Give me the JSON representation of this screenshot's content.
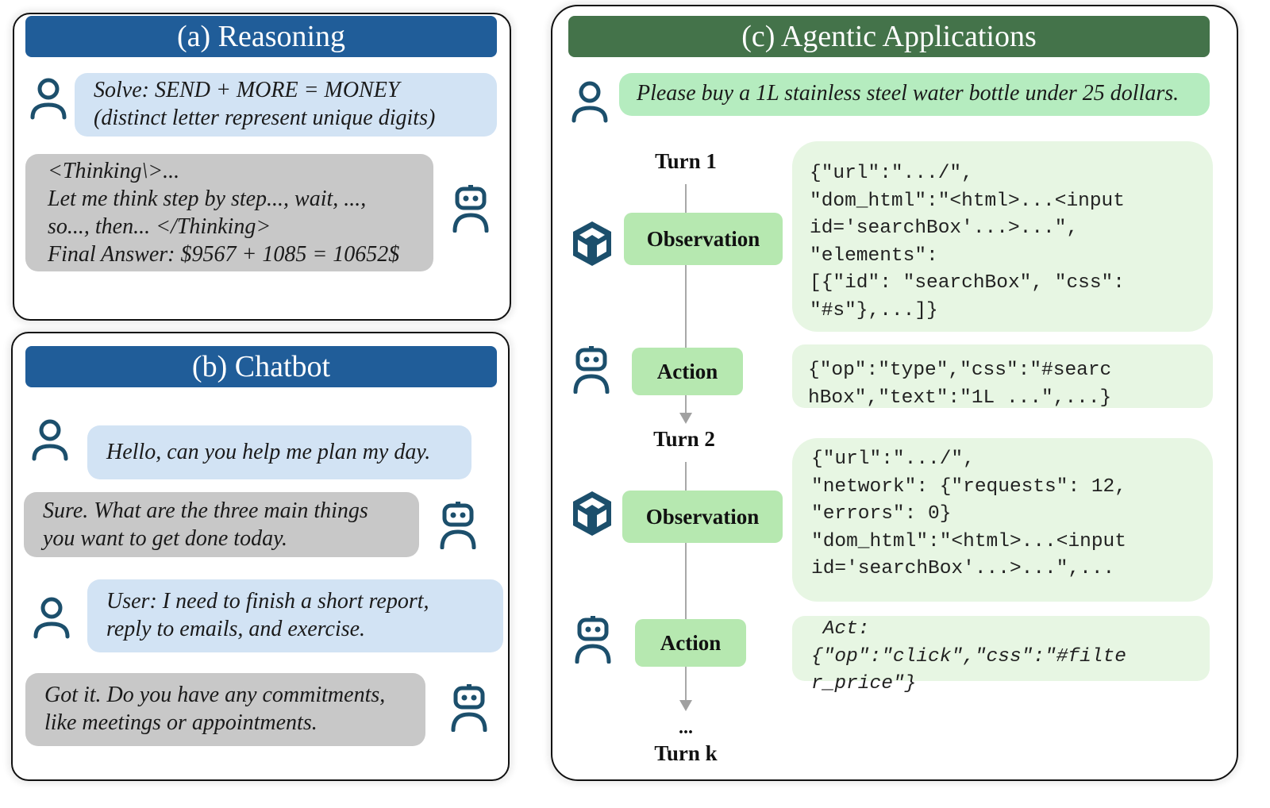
{
  "panels": {
    "reasoning": {
      "title": "(a) Reasoning",
      "header_color": "#205d99",
      "messages": [
        {
          "role": "user",
          "text": "Solve: SEND + MORE = MONEY\n(distinct letter represent unique digits)"
        },
        {
          "role": "assistant",
          "text": "<Thinking\\>...\nLet me think step by step..., wait, ...,\n so..., then... </Thinking>\nFinal Answer: $9567 + 1085 = 10652$"
        }
      ]
    },
    "chatbot": {
      "title": "(b) Chatbot",
      "header_color": "#205d99",
      "messages": [
        {
          "role": "user",
          "text": "Hello, can you help me plan my day."
        },
        {
          "role": "assistant",
          "text": "Sure. What are the three main things\nyou want to get done today."
        },
        {
          "role": "user",
          "text": "User: I need to finish a short report,\nreply to emails, and exercise."
        },
        {
          "role": "assistant",
          "text": "Got it. Do you have any commitments,\nlike meetings or appointments."
        }
      ]
    },
    "agentic": {
      "title": "(c) Agentic Applications",
      "header_color": "#44734a",
      "user_message": "Please buy a 1L stainless steel water bottle under 25 dollars.",
      "turns": [
        {
          "label": "Turn 1",
          "observation_label": "Observation",
          "observation": "{\"url\":\".../\",\n\"dom_html\":\"<html>...<input\nid='searchBox'...>...\",\n\"elements\":\n[{\"id\": \"searchBox\", \"css\":\n\"#s\"},...]}",
          "action_label": "Action",
          "action": "{\"op\":\"type\",\"css\":\"#searc\nhBox\",\"text\":\"1L ...″,...}"
        },
        {
          "label": "Turn 2",
          "observation_label": "Observation",
          "observation": "{\"url\":\".../\",\n\"network\": {\"requests\": 12,\n\"errors\": 0}\n\"dom_html\":\"<html>...<input\nid='searchBox'...>...\",...",
          "action_label": "Action",
          "action": " Act:\n{\"op\":\"click\",\"css\":\"#filte\nr_price\"}"
        }
      ],
      "ellipsis": "...",
      "final_turn_label": "Turn k"
    }
  },
  "colors": {
    "icon": "#1c4f6c",
    "user_bubble": "#d2e3f4",
    "assistant_bubble": "#c8c8c8",
    "green_bubble": "#b5ecbf",
    "code_bubble": "#e7f6e3",
    "step_box": "#b6e8b0"
  }
}
